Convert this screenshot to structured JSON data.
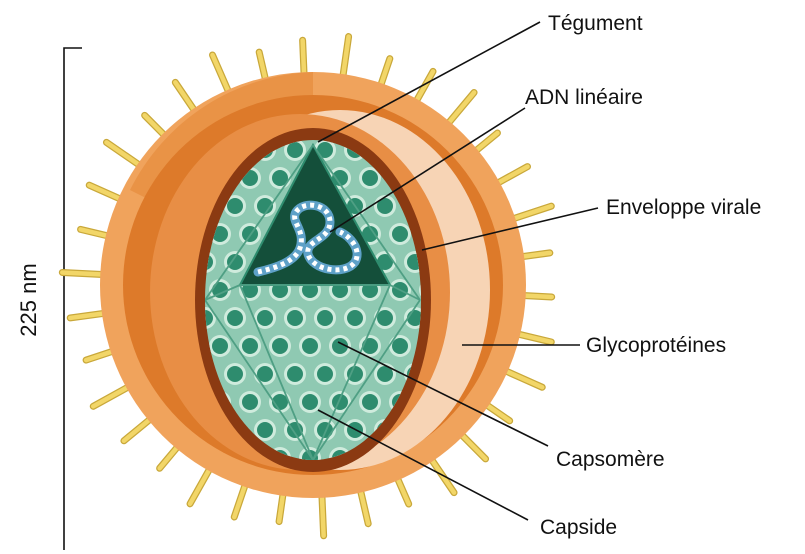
{
  "scale_label": "225 nm",
  "labels": {
    "tegument": "Tégument",
    "adn": "ADN linéaire",
    "enveloppe": "Enveloppe virale",
    "glycoproteines": "Glycoprotéines",
    "capsomere": "Capsomère",
    "capside": "Capside"
  },
  "colors": {
    "envelope_outer": "#F0A35C",
    "envelope_dark": "#DD7A2A",
    "envelope_light": "#F7D4B5",
    "tegument": "#8B3A12",
    "capsid": "#8FC9B2",
    "capsid_dark": "#2E8C6E",
    "capsid_face_dark": "#144F3A",
    "spike": "#F2D668",
    "dna_a": "#5EA1C8",
    "dna_b": "#FFFFFF"
  },
  "icons": [
    "herpesvirus-virion-illustration"
  ]
}
